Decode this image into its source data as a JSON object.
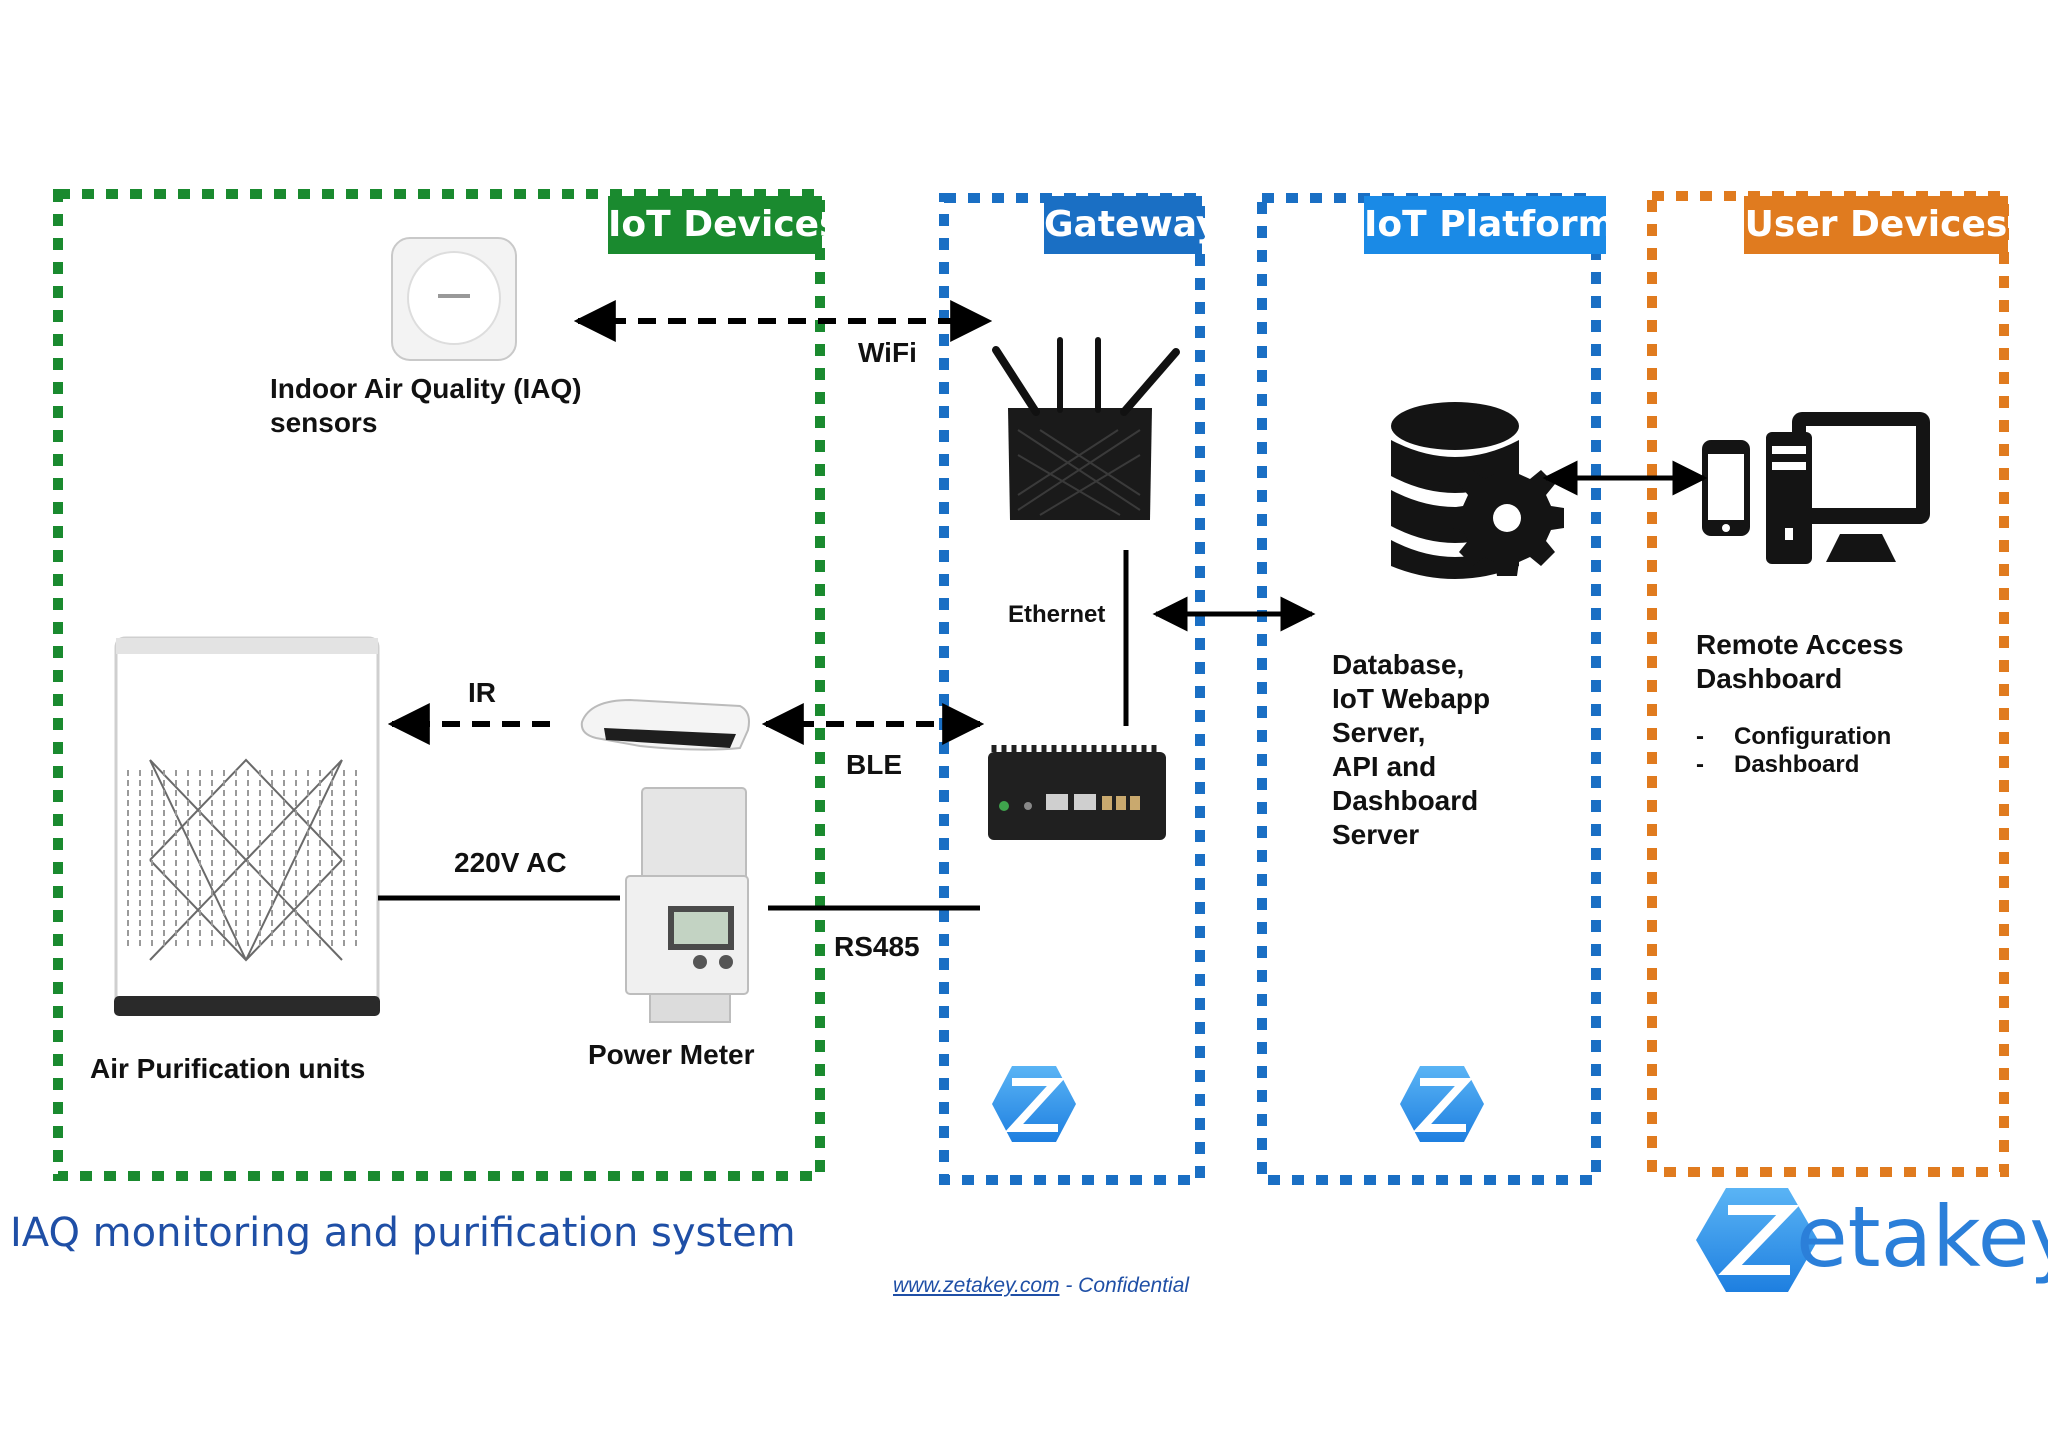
{
  "colors": {
    "iot_devices": "#1a8a2f",
    "gateway": "#1a6fc4",
    "iot_platform": "#1a6fc4",
    "user_devices": "#e07b1f",
    "caption": "#1f4fa6",
    "logo": "#2b7fd9"
  },
  "sections": {
    "iot_devices": "IoT Devices",
    "gateway": "Gateway",
    "iot_platform": "IoT Platform",
    "user_devices": "User Devices"
  },
  "labels": {
    "iaq_sensors": "Indoor Air Quality (IAQ)\nsensors",
    "air_purification": "Air Purification units",
    "power_meter": "Power Meter",
    "platform_services": "Database,\nIoT Webapp\nServer,\nAPI and\nDashboard\nServer",
    "remote_access": "Remote Access\nDashboard",
    "bullet_1": "Configuration",
    "bullet_2": "Dashboard"
  },
  "connections": {
    "wifi": "WiFi",
    "ethernet": "Ethernet",
    "ir": "IR",
    "ble": "BLE",
    "ac": "220V AC",
    "rs485": "RS485"
  },
  "icons": [
    "iaq-sensor-icon",
    "wifi-router-icon",
    "industrial-pc-icon",
    "ir-blaster-icon",
    "air-purifier-icon",
    "power-meter-icon",
    "database-gear-icon",
    "smartphone-icon",
    "desktop-computer-icon",
    "zetakey-z-icon"
  ],
  "caption": "IAQ monitoring and purification system",
  "footer": {
    "link": "www.zetakey.com",
    "suffix": " - Confidential"
  },
  "brand": {
    "logo_text": "etakey"
  }
}
